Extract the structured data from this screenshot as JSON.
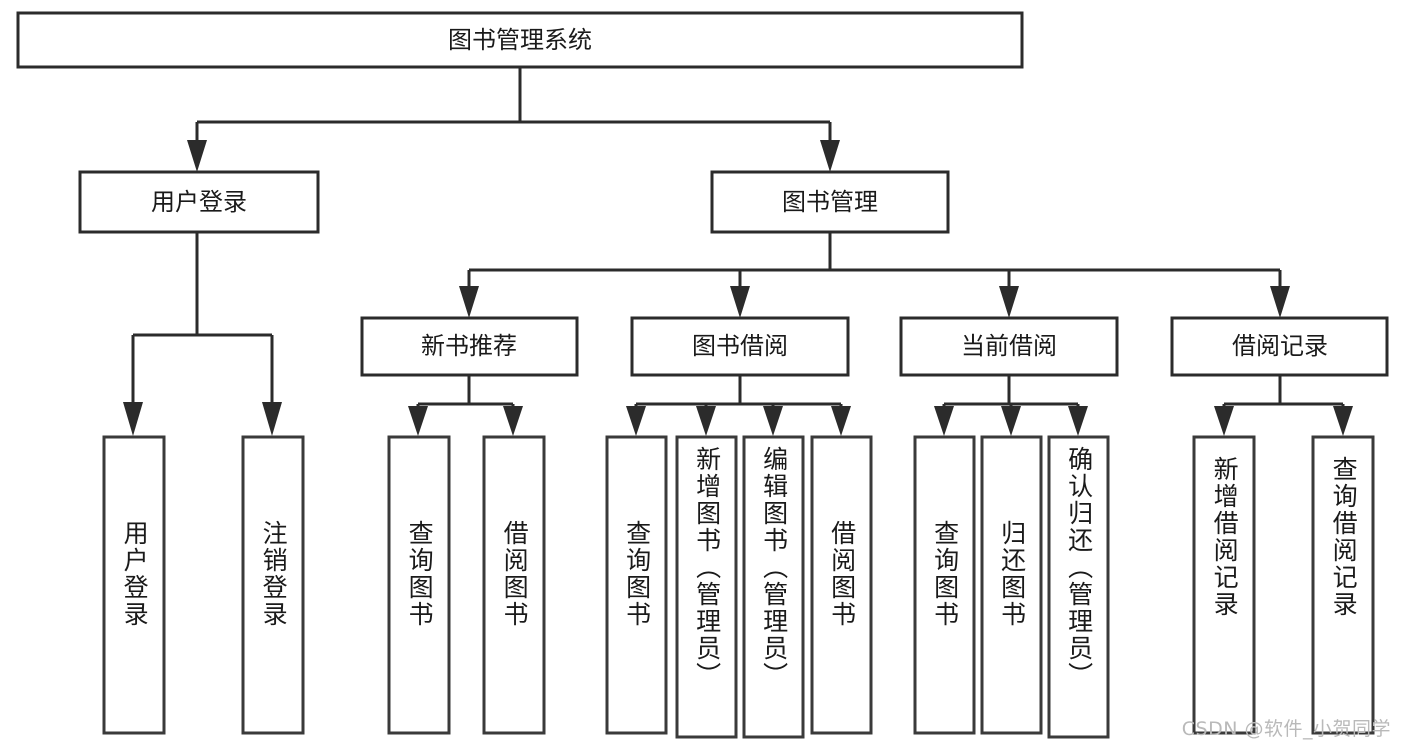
{
  "diagram": {
    "type": "tree-hierarchy-chart",
    "title": "图书管理系统",
    "watermark": "CSDN @软件_小贺同学",
    "colors": {
      "box_fill": "#ffffff",
      "box_stroke": "#2b2b2b",
      "text": "#1a1a1a",
      "background": "#ffffff",
      "watermark": "#b9b9b9"
    },
    "root": {
      "label": "图书管理系统",
      "orientation": "horizontal"
    },
    "level2": [
      {
        "id": "user-login",
        "label": "用户登录",
        "orientation": "horizontal"
      },
      {
        "id": "book-manage",
        "label": "图书管理",
        "orientation": "horizontal"
      }
    ],
    "level3": [
      {
        "id": "new-book-recommend",
        "label": "新书推荐",
        "parent": "book-manage",
        "orientation": "horizontal"
      },
      {
        "id": "book-borrow",
        "label": "图书借阅",
        "parent": "book-manage",
        "orientation": "horizontal"
      },
      {
        "id": "current-borrow",
        "label": "当前借阅",
        "parent": "book-manage",
        "orientation": "horizontal"
      },
      {
        "id": "borrow-record",
        "label": "借阅记录",
        "parent": "book-manage",
        "orientation": "horizontal"
      }
    ],
    "leaves": [
      {
        "id": "leaf-user-login",
        "label": "用户登录",
        "parent": "user-login",
        "orientation": "vertical"
      },
      {
        "id": "leaf-user-logout",
        "label": "注销登录",
        "parent": "user-login",
        "orientation": "vertical"
      },
      {
        "id": "leaf-query-book-1",
        "label": "查询图书",
        "parent": "new-book-recommend",
        "orientation": "vertical"
      },
      {
        "id": "leaf-borrow-book-1",
        "label": "借阅图书",
        "parent": "new-book-recommend",
        "orientation": "vertical"
      },
      {
        "id": "leaf-query-book-2",
        "label": "查询图书",
        "parent": "book-borrow",
        "orientation": "vertical"
      },
      {
        "id": "leaf-add-book",
        "label": "新增图书（管理员）",
        "parent": "book-borrow",
        "orientation": "vertical"
      },
      {
        "id": "leaf-edit-book",
        "label": "编辑图书（管理员）",
        "parent": "book-borrow",
        "orientation": "vertical"
      },
      {
        "id": "leaf-borrow-book-2",
        "label": "借阅图书",
        "parent": "book-borrow",
        "orientation": "vertical"
      },
      {
        "id": "leaf-query-book-3",
        "label": "查询图书",
        "parent": "current-borrow",
        "orientation": "vertical"
      },
      {
        "id": "leaf-return-book",
        "label": "归还图书",
        "parent": "current-borrow",
        "orientation": "vertical"
      },
      {
        "id": "leaf-confirm-return",
        "label": "确认归还（管理员）",
        "parent": "current-borrow",
        "orientation": "vertical"
      },
      {
        "id": "leaf-add-record",
        "label": "新增借阅记录",
        "parent": "borrow-record",
        "orientation": "vertical"
      },
      {
        "id": "leaf-query-record",
        "label": "查询借阅记录",
        "parent": "borrow-record",
        "orientation": "vertical"
      }
    ]
  }
}
